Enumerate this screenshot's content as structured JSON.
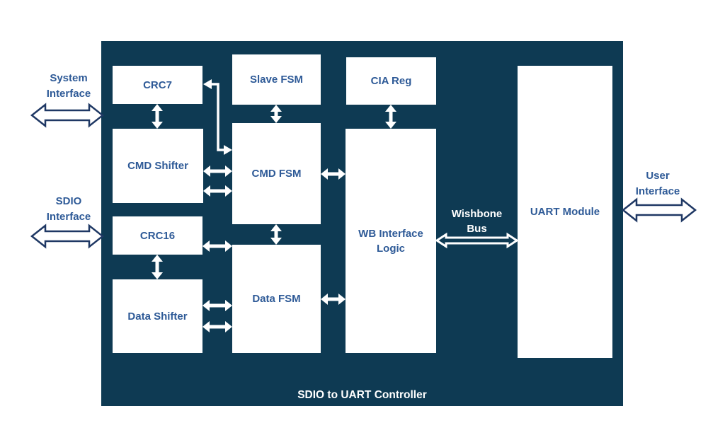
{
  "diagram": {
    "title": "SDIO to UART Controller",
    "colors": {
      "container_fill": "#0E3A53",
      "block_fill": "#FFFFFF",
      "block_text": "#2E5A97",
      "internal_arrow": "#FFFFFF",
      "external_arrow_outline": "#1F3864",
      "external_arrow_fill": "#FFFFFF",
      "title_text": "#FFFFFF"
    },
    "blocks": [
      {
        "id": "crc7",
        "label": "CRC7"
      },
      {
        "id": "cmd-shifter",
        "label": "CMD Shifter"
      },
      {
        "id": "crc16",
        "label": "CRC16"
      },
      {
        "id": "data-shifter",
        "label": "Data Shifter"
      },
      {
        "id": "slave-fsm",
        "label": "Slave FSM"
      },
      {
        "id": "cmd-fsm",
        "label": "CMD FSM"
      },
      {
        "id": "data-fsm",
        "label": "Data FSM"
      },
      {
        "id": "cia-reg",
        "label": "CIA Reg"
      },
      {
        "id": "wb-interface-logic",
        "label": "WB Interface Logic"
      },
      {
        "id": "uart-module",
        "label": "UART Module"
      }
    ],
    "external_interfaces": {
      "system": {
        "line1": "System",
        "line2": "Interface"
      },
      "sdio": {
        "line1": "SDIO",
        "line2": "Interface"
      },
      "user": {
        "line1": "User",
        "line2": "Interface"
      }
    },
    "bus_label": {
      "line1": "Wishbone",
      "line2": "Bus"
    },
    "connections": [
      {
        "from": "CRC7",
        "to": "CMD Shifter",
        "bidirectional": true
      },
      {
        "from": "CRC7",
        "to": "CMD FSM",
        "bidirectional": true,
        "style": "elbow"
      },
      {
        "from": "CMD Shifter",
        "to": "CMD FSM",
        "bidirectional": true,
        "arrows": 2
      },
      {
        "from": "Slave FSM",
        "to": "CMD FSM",
        "bidirectional": true
      },
      {
        "from": "CIA Reg",
        "to": "WB Interface Logic",
        "bidirectional": true
      },
      {
        "from": "CMD FSM",
        "to": "Data FSM",
        "bidirectional": true
      },
      {
        "from": "CRC16",
        "to": "Data Shifter",
        "bidirectional": true
      },
      {
        "from": "CRC16",
        "to": "Data FSM",
        "bidirectional": true
      },
      {
        "from": "Data Shifter",
        "to": "Data FSM",
        "bidirectional": true,
        "arrows": 2
      },
      {
        "from": "CMD FSM",
        "to": "WB Interface Logic",
        "bidirectional": true
      },
      {
        "from": "Data FSM",
        "to": "WB Interface Logic",
        "bidirectional": true
      },
      {
        "from": "WB Interface Logic",
        "to": "UART Module",
        "bidirectional": true,
        "via": "Wishbone Bus"
      },
      {
        "from": "System Interface",
        "to": "SDIO to UART Controller",
        "bidirectional": true
      },
      {
        "from": "SDIO Interface",
        "to": "SDIO to UART Controller",
        "bidirectional": true
      },
      {
        "from": "UART Module",
        "to": "User Interface",
        "bidirectional": true
      }
    ]
  }
}
